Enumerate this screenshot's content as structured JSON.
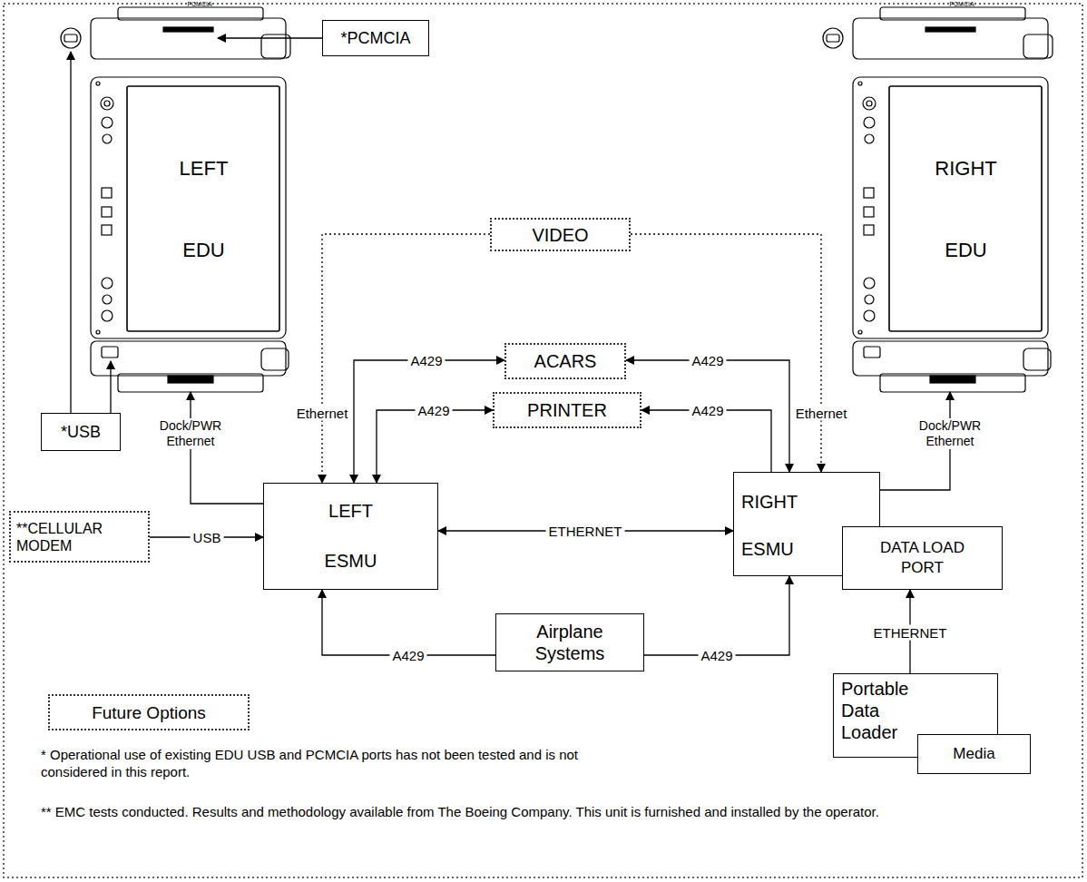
{
  "diagram": {
    "nodes": [
      {
        "text": [
          "*PCMCIA"
        ]
      },
      {
        "text": [
          "LEFT EDU"
        ]
      },
      {
        "text": [
          "RIGHT EDU"
        ]
      },
      {
        "text": [
          "VIDEO"
        ]
      },
      {
        "text": [
          "ACARS"
        ]
      },
      {
        "text": [
          "PRINTER"
        ]
      },
      {
        "text": [
          "*USB"
        ]
      },
      {
        "text": [
          "**CELLULAR MODEM"
        ]
      },
      {
        "text": [
          "LEFT ESMU"
        ]
      },
      {
        "text": [
          "RIGHT ESMU"
        ]
      },
      {
        "text": [
          "DATA LOAD PORT"
        ]
      },
      {
        "text": [
          "Airplane Systems"
        ]
      },
      {
        "text": [
          "Future Options"
        ]
      },
      {
        "text": [
          "Portable Data Loader"
        ]
      },
      {
        "text": [
          "Media"
        ],
        "in": 13
      }
    ],
    "edges": [
      {
        "from": 3,
        "to": 8,
        "label": "Ethernet",
        "arrow": "to"
      },
      {
        "from": 3,
        "to": 9,
        "label": "Ethernet",
        "arrow": "to"
      },
      {
        "from": 8,
        "to": 4,
        "label": "A429",
        "arrow": "both"
      },
      {
        "from": 8,
        "to": 5,
        "label": "A429",
        "arrow": "both"
      },
      {
        "from": 9,
        "to": 4,
        "label": "A429",
        "arrow": "both"
      },
      {
        "from": 9,
        "to": 5,
        "label": "A429",
        "arrow": "to"
      },
      {
        "from": 8,
        "to": 9,
        "label": "ETHERNET",
        "arrow": "both"
      },
      {
        "from": 11,
        "to": 8,
        "label": "A429",
        "arrow": "to"
      },
      {
        "from": 11,
        "to": 9,
        "label": "A429",
        "arrow": "to"
      },
      {
        "from": 7,
        "to": 8,
        "label": "USB",
        "arrow": "to"
      },
      {
        "from": 8,
        "to": 1,
        "label": "Dock/PWR Ethernet",
        "arrow": "to"
      },
      {
        "from": 9,
        "to": 2,
        "label": "Dock/PWR Ethernet",
        "arrow": "to"
      },
      {
        "from": 13,
        "to": 10,
        "label": "ETHERNET",
        "arrow": "to"
      }
    ],
    "labels": [
      "PCMCIA",
      "PCMCIA",
      "* Operational use of existing EDU USB and PCMCIA ports has not been tested and is not considered in this report.",
      "** EMC tests conducted. Results and methodology available from The Boeing Company. This unit is furnished and installed by the operator."
    ]
  }
}
